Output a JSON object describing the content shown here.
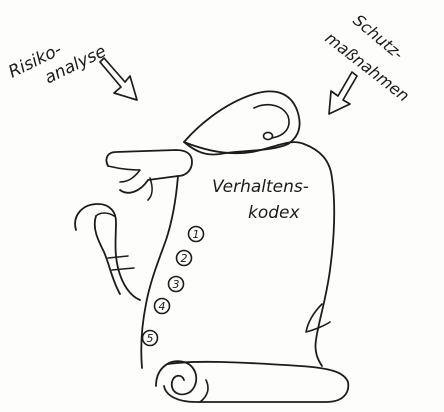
{
  "labels": {
    "risk_line1": "Risiko-",
    "risk_line2": "analyse",
    "prot_line1": "Schutz-",
    "prot_line2": "maßnahmen",
    "codex_line1": "Verhaltens-",
    "codex_line2": "kodex"
  },
  "steps": [
    "1",
    "2",
    "3",
    "4",
    "5"
  ],
  "colors": {
    "ink": "#1c1c1c",
    "paper": "#fdfdfc"
  }
}
